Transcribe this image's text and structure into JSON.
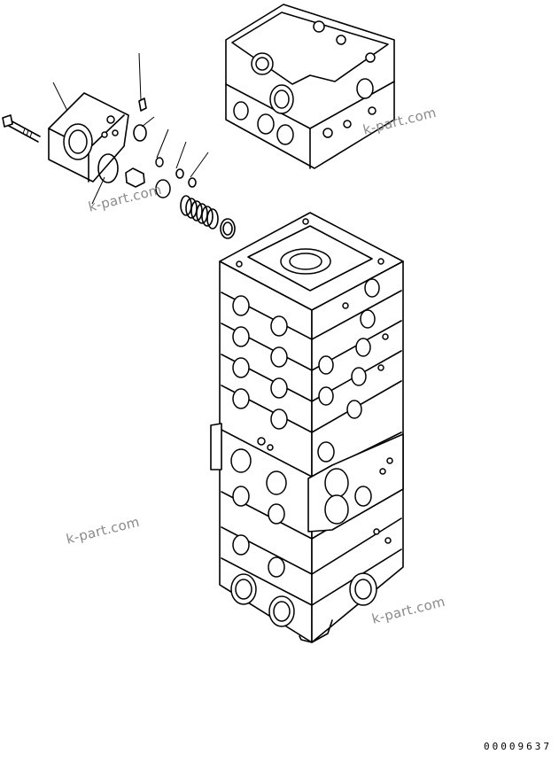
{
  "drawing": {
    "code": "00009637",
    "watermarks": [
      "k-part.com",
      "k-part.com",
      "k-part.com",
      "k-part.com"
    ]
  }
}
